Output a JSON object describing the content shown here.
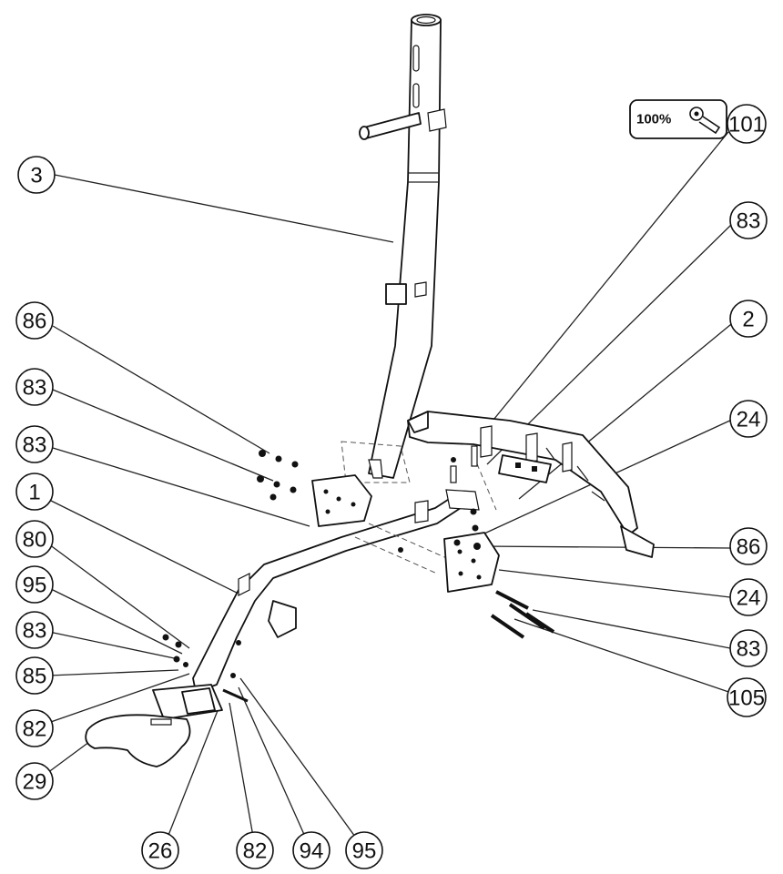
{
  "badge": {
    "text": "100%",
    "icon": "wrench-icon"
  },
  "callouts": [
    {
      "id": "c-3",
      "label": "3"
    },
    {
      "id": "c-101",
      "label": "101"
    },
    {
      "id": "c-83-a",
      "label": "83"
    },
    {
      "id": "c-86-a",
      "label": "86"
    },
    {
      "id": "c-2",
      "label": "2"
    },
    {
      "id": "c-83-b",
      "label": "83"
    },
    {
      "id": "c-24-a",
      "label": "24"
    },
    {
      "id": "c-83-c",
      "label": "83"
    },
    {
      "id": "c-1",
      "label": "1"
    },
    {
      "id": "c-86-b",
      "label": "86"
    },
    {
      "id": "c-80",
      "label": "80"
    },
    {
      "id": "c-24-b",
      "label": "24"
    },
    {
      "id": "c-95-a",
      "label": "95"
    },
    {
      "id": "c-83-d",
      "label": "83"
    },
    {
      "id": "c-83-e",
      "label": "83"
    },
    {
      "id": "c-85",
      "label": "85"
    },
    {
      "id": "c-105",
      "label": "105"
    },
    {
      "id": "c-82-a",
      "label": "82"
    },
    {
      "id": "c-29",
      "label": "29"
    },
    {
      "id": "c-26",
      "label": "26"
    },
    {
      "id": "c-82-b",
      "label": "82"
    },
    {
      "id": "c-94",
      "label": "94"
    },
    {
      "id": "c-95-b",
      "label": "95"
    }
  ]
}
